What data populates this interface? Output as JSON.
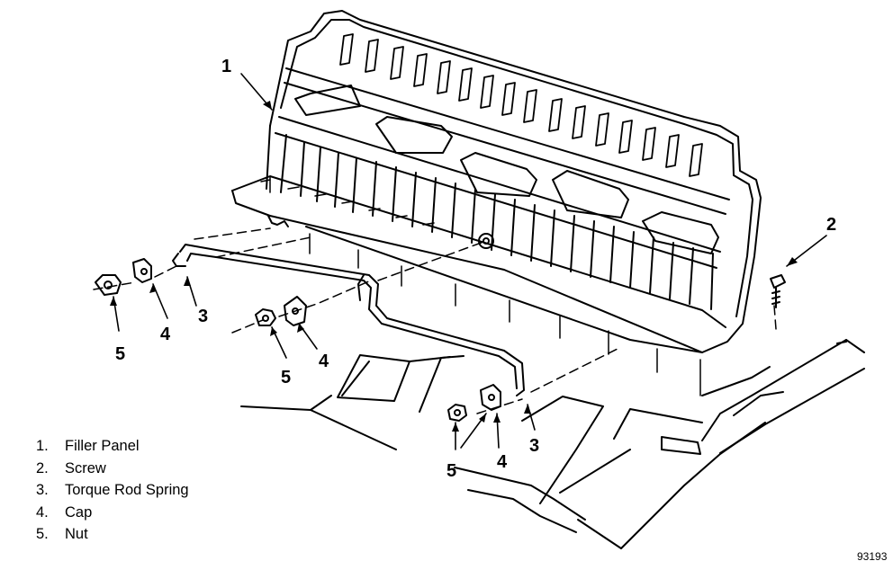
{
  "callouts": {
    "c1": "1",
    "c2": "2",
    "c3a": "3",
    "c3b": "3",
    "c4a": "4",
    "c4b": "4",
    "c4c": "4",
    "c5a": "5",
    "c5b": "5",
    "c5c": "5"
  },
  "legend": [
    {
      "num": "1.",
      "label": "Filler Panel"
    },
    {
      "num": "2.",
      "label": "Screw"
    },
    {
      "num": "3.",
      "label": "Torque Rod Spring"
    },
    {
      "num": "4.",
      "label": "Cap"
    },
    {
      "num": "5.",
      "label": "Nut"
    }
  ],
  "figure_code": "93193"
}
